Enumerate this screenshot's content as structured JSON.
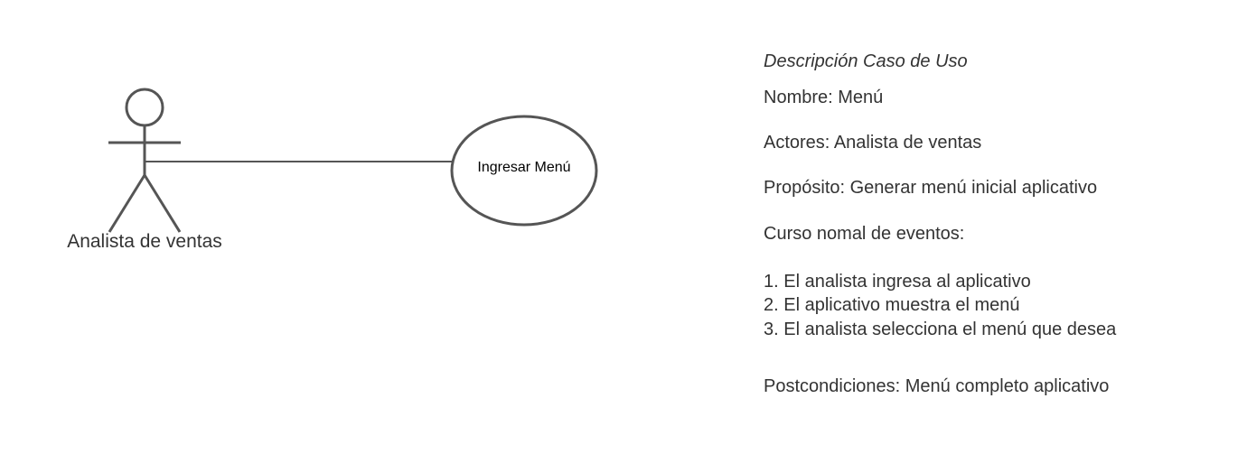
{
  "diagram": {
    "actor": {
      "label": "Analista de ventas"
    },
    "use_case": {
      "label": "Ingresar Menú"
    }
  },
  "description": {
    "title": "Descripción Caso de Uso",
    "name": "Nombre: Menú",
    "actors": "Actores: Analista de ventas",
    "purpose": "Propósito: Generar menú inicial aplicativo",
    "course_heading": "Curso nomal de eventos:",
    "steps": [
      "1. El analista ingresa al aplicativo",
      "2. El aplicativo muestra  el menú",
      "3. El analista selecciona el menú que desea"
    ],
    "postconditions": "Postcondiciones: Menú completo aplicativo"
  },
  "colors": {
    "stroke": "#555555",
    "text": "#333333"
  }
}
